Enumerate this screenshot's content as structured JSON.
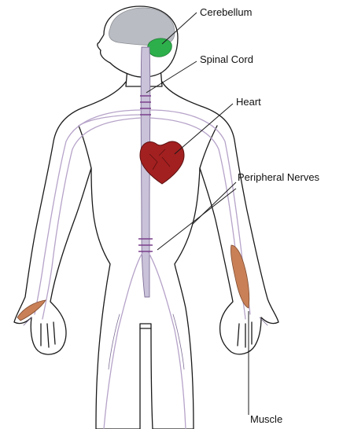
{
  "labels": {
    "cerebellum": "Cerebellum",
    "spinal_cord": "Spinal Cord",
    "heart": "Heart",
    "peripheral_nerves": "Peripheral Nerves",
    "muscle": "Muscle"
  },
  "colors": {
    "brain": "#b9bcc2",
    "cerebellum": "#2db04b",
    "heart": "#a32020",
    "spinal_cord": "#c9c2d9",
    "nerves": "#b6a3c9",
    "muscle": "#c98057"
  }
}
